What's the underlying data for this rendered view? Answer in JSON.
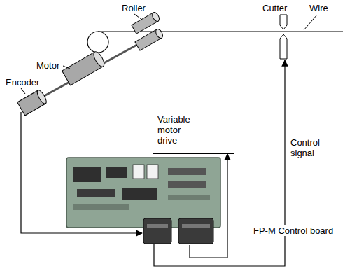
{
  "diagram": {
    "nodes": [
      {
        "text": [
          "Variable motor drive"
        ]
      },
      {
        "text": [
          "FP-M Control board"
        ]
      }
    ],
    "edges": [
      {
        "from": 1,
        "to": 0,
        "arrow": "to"
      }
    ],
    "labels": [
      "Roller",
      "Cutter",
      "Wire",
      "Motor",
      "Encoder",
      "Control signal"
    ]
  }
}
